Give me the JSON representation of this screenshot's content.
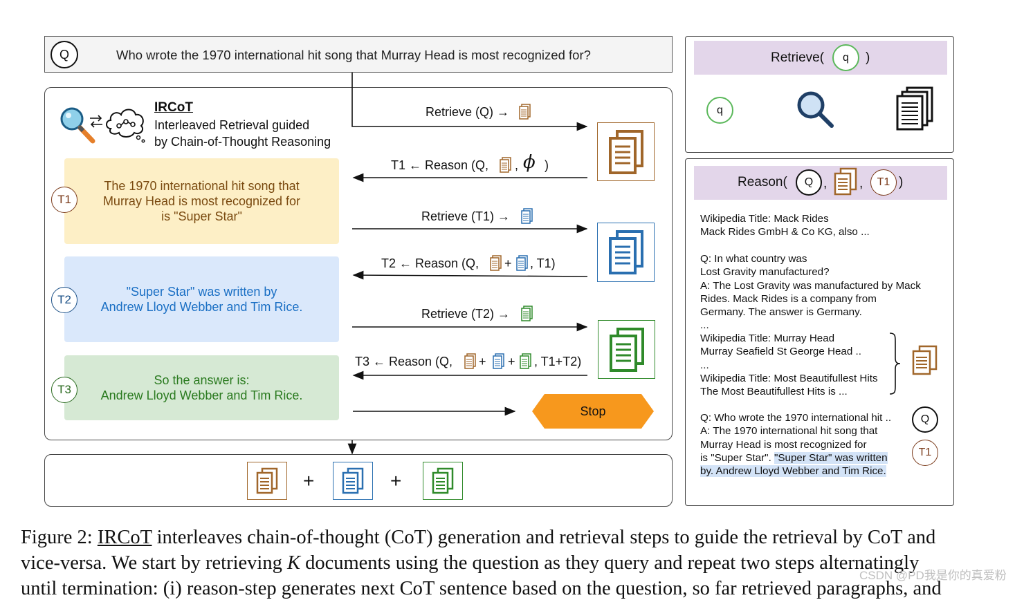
{
  "question": {
    "marker": "Q",
    "text": "Who wrote the 1970 international hit song that Murray Head is most recognized for?"
  },
  "ircot": {
    "title": "IRCoT",
    "subtitle_line1": "Interleaved Retrieval guided",
    "subtitle_line2": "by Chain-of-Thought Reasoning"
  },
  "thoughts": [
    {
      "marker": "T1",
      "lines": [
        "The 1970 international hit song that",
        "Murray Head is most recognized for",
        "is \"Super Star\""
      ],
      "bg": "#fdefc6",
      "color": "#7a4a10"
    },
    {
      "marker": "T2",
      "lines": [
        "\"Super Star\" was written by",
        "Andrew Lloyd Webber and Tim Rice."
      ],
      "bg": "#dae8fb",
      "color": "#1a6fc4"
    },
    {
      "marker": "T3",
      "lines": [
        "So the answer is:",
        "Andrew Lloyd Webber and Tim Rice."
      ],
      "bg": "#d6e9d4",
      "color": "#2a7a1f"
    }
  ],
  "steps": {
    "retrieve_q": "Retrieve (Q) →",
    "t1_prefix": "T1 ← Reason (Q,",
    "t1_phi": "ϕ",
    "t1_suffix": ")",
    "retrieve_t1": "Retrieve (T1) →",
    "t2_prefix": "T2 ← Reason (Q,",
    "t2_suffix": ", T1)",
    "retrieve_t2": "Retrieve (T2) →",
    "t3_prefix": "T3 ← Reason (Q,",
    "t3_suffix": ", T1+T2)",
    "plus": "+",
    "stop": "Stop"
  },
  "bottom_plus": "+",
  "retrieve_panel": {
    "title_prefix": "Retrieve(",
    "title_arg": "q",
    "title_suffix": ")",
    "q_marker": "q"
  },
  "reason_panel": {
    "title_prefix": "Reason(",
    "arg_q": "Q",
    "comma": ",",
    "arg_t1": "T1",
    "title_suffix": ")",
    "block1": [
      "Wikipedia Title: Mack Rides",
      "Mack Rides GmbH & Co KG, also ..."
    ],
    "block2": [
      "Q: In what country was",
      "Lost Gravity manufactured?",
      "A: The Lost Gravity was manufactured by Mack",
      "Rides. Mack Rides is a company from",
      "Germany. The answer is Germany.",
      "..."
    ],
    "block3": [
      "Wikipedia Title: Murray Head",
      "Murray Seafield St George Head ..",
      "...",
      "Wikipedia Title: Most Beautifullest Hits",
      "The Most Beautifullest Hits is ..."
    ],
    "block4_q": "Q: Who wrote the 1970 international hit ..",
    "block4_a1": "A: The 1970 international hit song that",
    "block4_a2": "Murray Head is most recognized for",
    "block4_a3_plain": "is \"Super Star\". ",
    "block4_a3_hl": "\"Super Star\" was written",
    "block4_a4_hl": "by. Andrew Lloyd Webber and Tim Rice.",
    "marker_q": "Q",
    "marker_t1": "T1"
  },
  "caption": {
    "line1_prefix": "Figure 2: ",
    "line1_ircot": "IRCoT",
    "line1_rest": " interleaves chain-of-thought (CoT) generation and retrieval steps to guide the retrieval by CoT and",
    "line2_a": "vice-versa. We start by retrieving ",
    "line2_k": "K",
    "line2_b": " documents using the question as they query and repeat two steps alternatingly",
    "line3": "until termination: (i) reason-step generates next CoT sentence based on the question, so far retrieved paragraphs, and"
  },
  "watermark": "CSDN @PD我是你的真爱粉",
  "colors": {
    "brown": "#a0662a",
    "blue": "#2a6fb0",
    "green": "#2f8a2a",
    "purple": "#e3d6ea",
    "stop": "#f7981d",
    "highlight": "#d3e3f7"
  },
  "icons": [
    "search-icon",
    "thought-cloud-icon",
    "document-stack-icon",
    "magnifier-icon"
  ]
}
